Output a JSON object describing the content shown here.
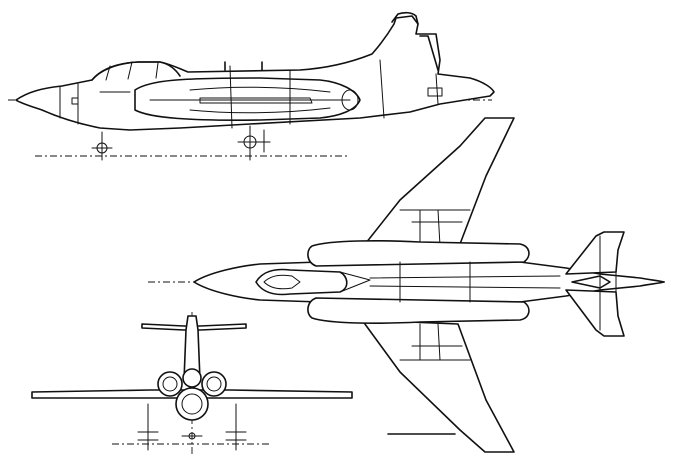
{
  "drawing": {
    "views": [
      "side-view",
      "plan-view",
      "front-view"
    ],
    "colors": {
      "line": "#111111",
      "background": "#ffffff"
    }
  }
}
